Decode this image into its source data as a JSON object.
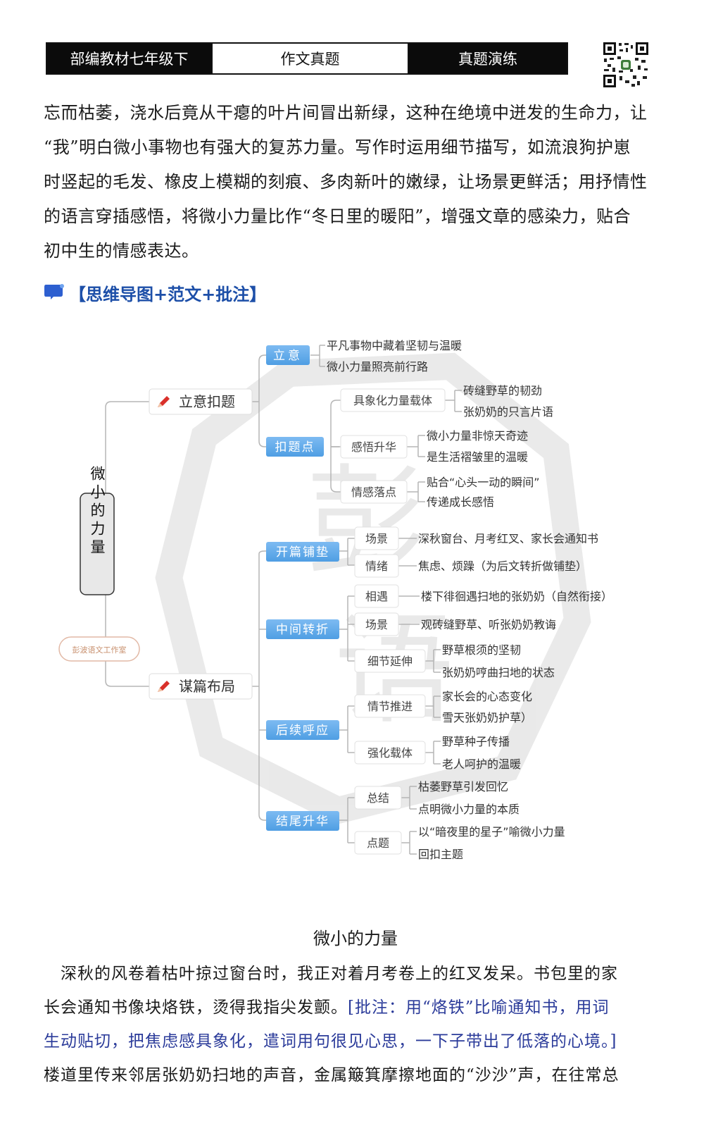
{
  "header": {
    "left": "部编教材七年级下",
    "center": "作文真题",
    "right": "真题演练"
  },
  "intro_lines": [
    "忘而枯萎，浇水后竟从干瘪的叶片间冒出新绿，这种在绝境中迸发的生命力，让",
    "“我”明白微小事物也有强大的复苏力量。写作时运用细节描写，如流浪狗护崽",
    "时竖起的毛发、橡皮上模糊的刻痕、多肉新叶的嫩绿，让场景更鲜活；用抒情性",
    "的语言穿插感悟，将微小力量比作“冬日里的暖阳”，增强文章的感染力，贴合",
    "初中生的情感表达。"
  ],
  "section_heading": "【思维导图+范文+批注】",
  "mindmap": {
    "root": "微小的力量",
    "stamp": "彭波语文工作室",
    "branches": {
      "b1": "立意扣题",
      "b2": "谋篇布局"
    },
    "tags": {
      "liyi": "立意",
      "koutidian": "扣题点",
      "kaipian": "开篇铺垫",
      "zhongjian": "中间转折",
      "houxu": "后续呼应",
      "jiewei": "结尾升华"
    },
    "subs": {
      "juxiang": "具象化力量载体",
      "ganwu": "感悟升华",
      "qinggan": "情感落点",
      "changjing1": "场景",
      "qingxu": "情绪",
      "xiangyu": "相遇",
      "changjing2": "场景",
      "xijie": "细节延伸",
      "qingjie": "情节推进",
      "qianghua": "强化载体",
      "zongjie": "总结",
      "dianti": "点题"
    },
    "leaves": {
      "l1": "平凡事物中藏着坚韧与温暖",
      "l2": "微小力量照亮前行路",
      "l3": "砖缝野草的韧劲",
      "l4": "张奶奶的只言片语",
      "l5": "微小力量非惊天奇迹",
      "l6": "是生活褶皱里的温暖",
      "l7": "贴合“心头一动的瞬间”",
      "l8": "传递成长感悟",
      "l9": "深秋窗台、月考红叉、家长会通知书",
      "l10": "焦虑、烦躁（为后文转折做铺垫）",
      "l11": "楼下徘徊遇扫地的张奶奶（自然衔接）",
      "l12": "观砖缝野草、听张奶奶教诲",
      "l13": "野草根须的坚韧",
      "l14": "张奶奶哼曲扫地的状态",
      "l15": "家长会的心态变化",
      "l16": "雪天张奶奶护草）",
      "l17": "野草种子传播",
      "l18": "老人呵护的温暖",
      "l19": "枯萎野草引发回忆",
      "l20": "点明微小力量的本质",
      "l21": "以“暗夜里的星子”喻微小力量",
      "l22": "回扣主题"
    }
  },
  "article": {
    "title": "微小的力量",
    "line1": "　深秋的风卷着枯叶掠过窗台时，我正对着月考卷上的红叉发呆。书包里的家",
    "line2a": "长会通知书像块烙铁，烫得我指尖发颤。",
    "line2b": "[批注：用“烙铁”比喻通知书，用词",
    "line3": "生动贴切，把焦虑感具象化，遣词用句很见心思，一下子带出了低落的心境。]",
    "line4": "楼道里传来邻居张奶奶扫地的声音，金属簸箕摩擦地面的“沙沙”声，在往常总"
  },
  "colors": {
    "tag_blue": "#5aa6e6",
    "heading_blue": "#1d4fa8",
    "note_blue": "#2b3b9a",
    "pencil_red": "#d9302a"
  }
}
